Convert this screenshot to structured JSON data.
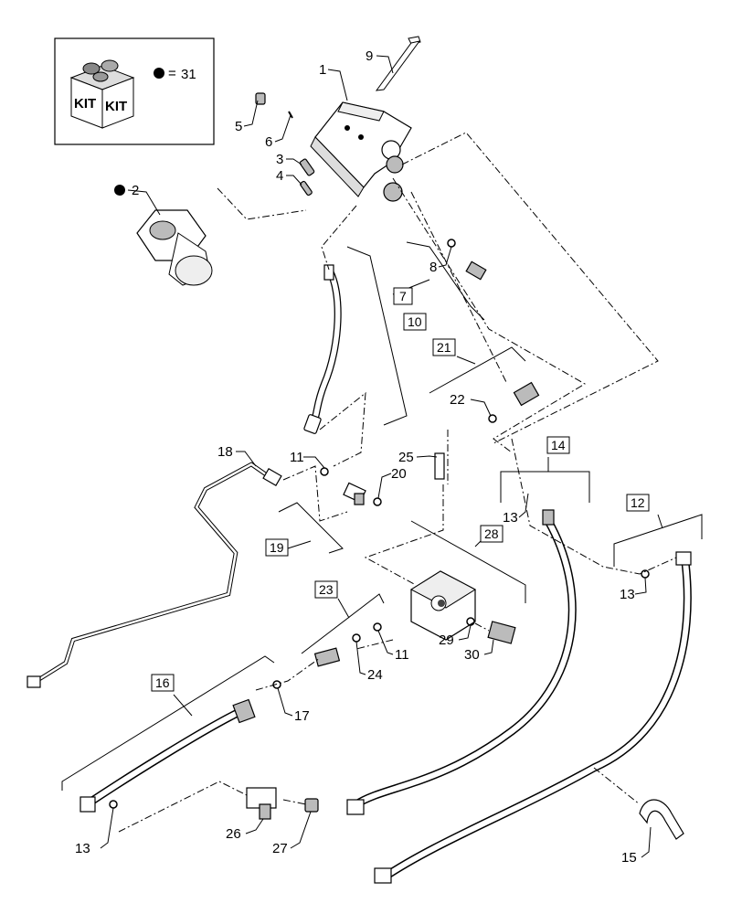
{
  "kit": {
    "box_text_left": "KIT",
    "box_text_right": "KIT",
    "equals": "=",
    "number": "31"
  },
  "callouts": {
    "c1": "1",
    "c2": "2",
    "c3": "3",
    "c4": "4",
    "c5": "5",
    "c6": "6",
    "c8": "8",
    "c9": "9",
    "c11a": "11",
    "c11b": "11",
    "c13a": "13",
    "c13b": "13",
    "c13c": "13",
    "c15": "15",
    "c17": "17",
    "c18": "18",
    "c20": "20",
    "c22": "22",
    "c24": "24",
    "c25": "25",
    "c26": "26",
    "c27": "27",
    "c29": "29",
    "c30": "30"
  },
  "boxed": {
    "b7": "7",
    "b10": "10",
    "b12": "12",
    "b14": "14",
    "b16": "16",
    "b19": "19",
    "b21": "21",
    "b23": "23",
    "b28": "28"
  }
}
